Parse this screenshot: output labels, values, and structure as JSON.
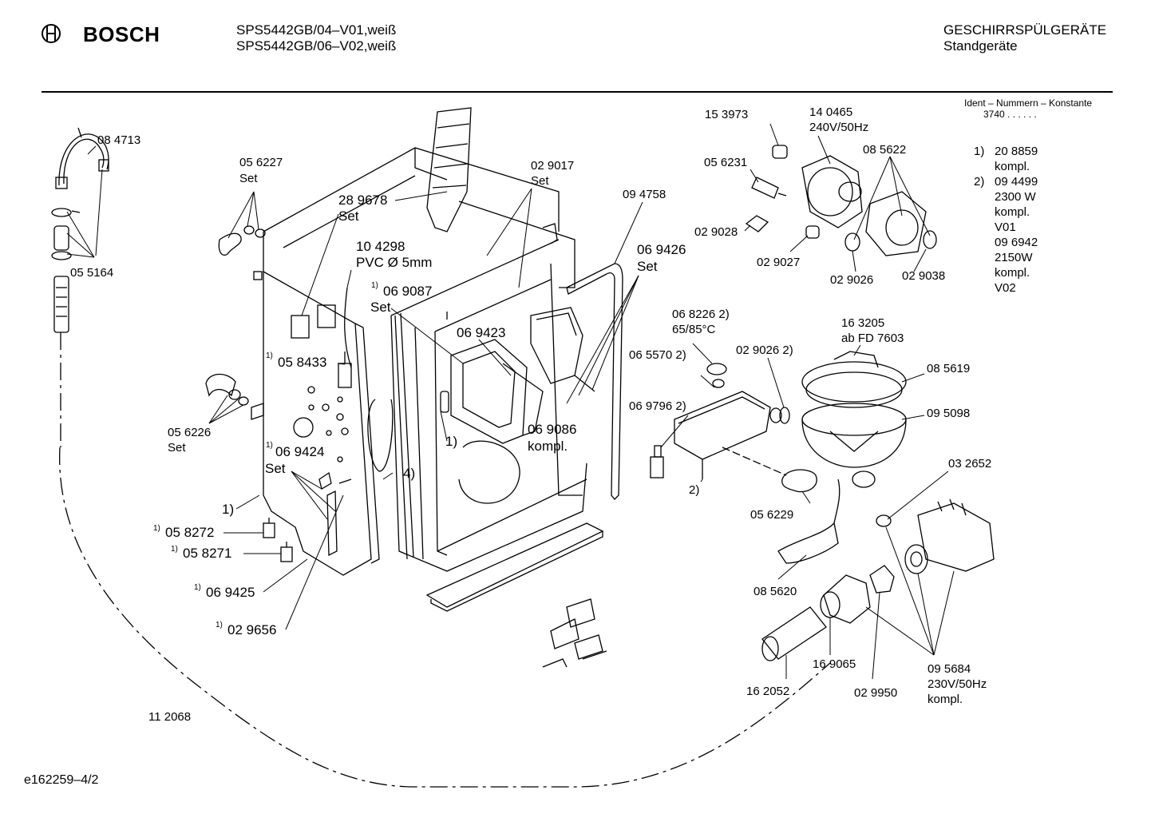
{
  "header": {
    "brand": "BOSCH",
    "models": [
      "SPS5442GB/04–V01,weiß",
      "SPS5442GB/06–V02,weiß"
    ],
    "category": "GESCHIRRSPÜLGERÄTE",
    "subcategory": "Standgeräte"
  },
  "ident": {
    "title": "Ident – Nummern – Konstante",
    "value": "3740 . .  . . . ."
  },
  "notes": [
    {
      "key": "1)",
      "lines": [
        "20 8859",
        "kompl."
      ]
    },
    {
      "key": "2)",
      "lines": [
        "09 4499",
        "2300 W",
        "kompl.",
        "V01",
        "09 6942",
        "2150W",
        "kompl.",
        "V02"
      ]
    }
  ],
  "parts": {
    "p084713": "08 4713",
    "p055164": "05 5164",
    "p056227": "05 6227",
    "p056227set": "Set",
    "p289678": "28 9678",
    "p289678set": "Set",
    "p104298": "10 4298",
    "p104298b": "PVC Ø 5mm",
    "p069087": "06 9087",
    "p069087set": "Set",
    "p029017": "02 9017",
    "p029017set": "Set",
    "p094758": "09 4758",
    "p069426": "06 9426",
    "p069426set": "Set",
    "p069423": "06 9423",
    "p058433": "05 8433",
    "p056226": "05 6226",
    "p056226set": "Set",
    "p069424": "06 9424",
    "p069424set": "Set",
    "p1a": "1)",
    "p1b": "1)",
    "p4": "4)",
    "p058272": "05 8272",
    "p058271": "05 8271",
    "p069425": "06 9425",
    "p029656": "02 9656",
    "p069086": "06 9086",
    "p069086b": "kompl.",
    "p112068": "11 2068",
    "p153973": "15 3973",
    "p140465": "14 0465",
    "p140465b": "240V/50Hz",
    "p085622": "08 5622",
    "p056231": "05 6231",
    "p029028": "02 9028",
    "p029027": "02 9027",
    "p029026": "02 9026",
    "p029038": "02 9038",
    "p068226": "06 8226  2)",
    "p068226b": "65/85°C",
    "p065570": "06 5570  2)",
    "p029026b": "02 9026  2)",
    "p069796": "06 9796  2)",
    "p2": "2)",
    "p163205": "16 3205",
    "p163205b": "ab FD 7603",
    "p085619": "08 5619",
    "p095098": "09 5098",
    "p032652": "03 2652",
    "p056229": "05 6229",
    "p085620": "08 5620",
    "p169065": "16 9065",
    "p029950": "02 9950",
    "p162052": "16 2052",
    "p095684": "09 5684",
    "p095684b": "230V/50Hz",
    "p095684c": "kompl.",
    "sup1": "1)"
  },
  "footer": {
    "code": "e162259–4/2"
  }
}
